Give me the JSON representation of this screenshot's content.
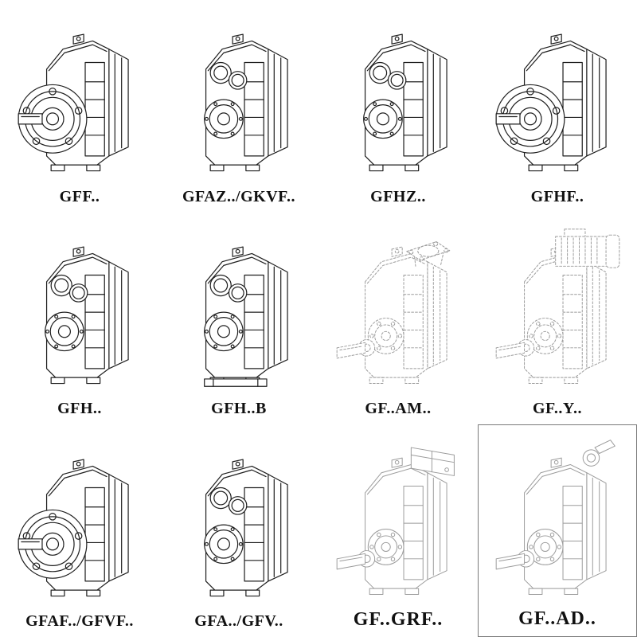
{
  "page": {
    "background_color": "#ffffff",
    "ink_color": "#1f1f1f",
    "light_ink_color": "#9b9b9b",
    "description": "Catalog sheet of parallel shaft helical gear unit variants, 4 x 3 grid of technical line drawings with model code labels"
  },
  "items": [
    {
      "label": "GFF..",
      "drawing": "gearbox-output-flange-shaft",
      "line_style": "solid"
    },
    {
      "label": "GFAZ../GKVF..",
      "drawing": "gearbox-hollow-shaft-bores",
      "line_style": "solid"
    },
    {
      "label": "GFHZ..",
      "drawing": "gearbox-hollow-shaft-bores",
      "line_style": "solid"
    },
    {
      "label": "GFHF..",
      "drawing": "gearbox-output-flange-shaft",
      "line_style": "solid"
    },
    {
      "label": "GFH..",
      "drawing": "gearbox-hollow-shaft-bores",
      "line_style": "solid"
    },
    {
      "label": "GFH..B",
      "drawing": "gearbox-hollow-shaft-base",
      "line_style": "solid"
    },
    {
      "label": "GF..AM..",
      "drawing": "gearbox-iec-adapter-flange-top",
      "line_style": "light-dashed"
    },
    {
      "label": "GF..Y..",
      "drawing": "gearbox-motor-mounted-top",
      "line_style": "light-dashed"
    },
    {
      "label": "GFAF../GFVF..",
      "drawing": "gearbox-output-flange-shaft",
      "line_style": "solid"
    },
    {
      "label": "GFA../GFV..",
      "drawing": "gearbox-hollow-shaft-bores",
      "line_style": "solid"
    },
    {
      "label": "GF..GRF..",
      "drawing": "gearbox-cover-block-top",
      "line_style": "light"
    },
    {
      "label": "GF..AD..",
      "drawing": "gearbox-input-shaft-adapter-top",
      "line_style": "light"
    }
  ]
}
